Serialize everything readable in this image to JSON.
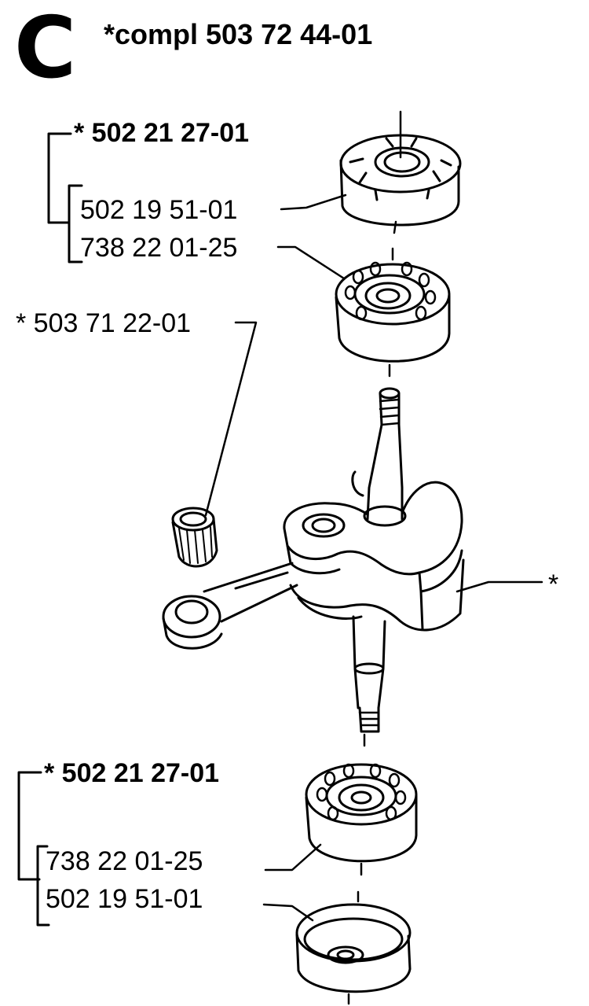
{
  "section_letter": "C",
  "assembly_title": "*compl 503 72 44-01",
  "callouts": {
    "upper_kit": "* 502 21 27-01",
    "upper_seal": "502 19 51-01",
    "upper_bearing": "738 22 01-25",
    "needle_bearing": "* 503 71 22-01",
    "crankshaft": "*",
    "lower_kit": "* 502 21 27-01",
    "lower_bearing": "738 22 01-25",
    "lower_seal": "502 19 51-01"
  }
}
